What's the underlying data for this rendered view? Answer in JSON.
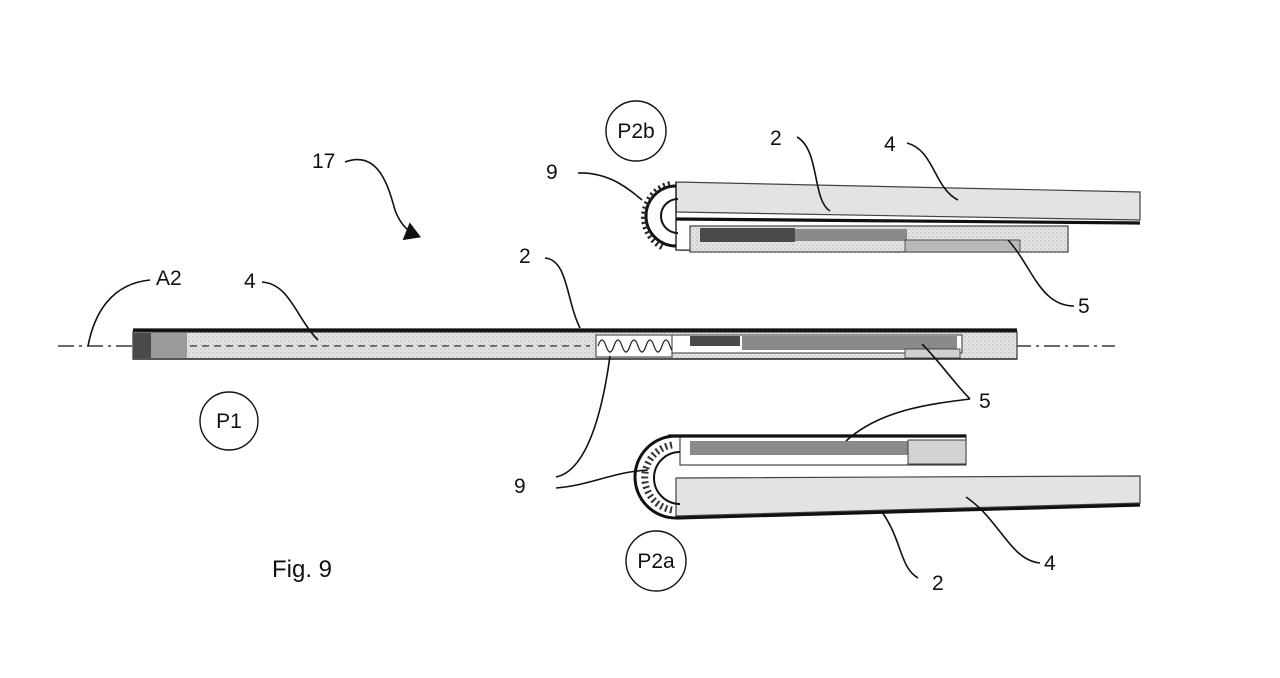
{
  "figure": {
    "caption": "Fig. 9"
  },
  "labels": {
    "ref_17": "17",
    "axis_a2": "A2",
    "p1_flat_sheet_2": "2",
    "p1_flat_insert_4": "4",
    "p1_flat_plate_5": "5",
    "hinge_9_lower": "9",
    "p2b_sheet_2": "2",
    "p2b_insert_4": "4",
    "p2b_plate_5": "5",
    "p2b_hinge_9": "9",
    "p2a_sheet_2": "2",
    "p2a_insert_4": "4"
  },
  "positions": {
    "p1": "P1",
    "p2a": "P2a",
    "p2b": "P2b"
  }
}
